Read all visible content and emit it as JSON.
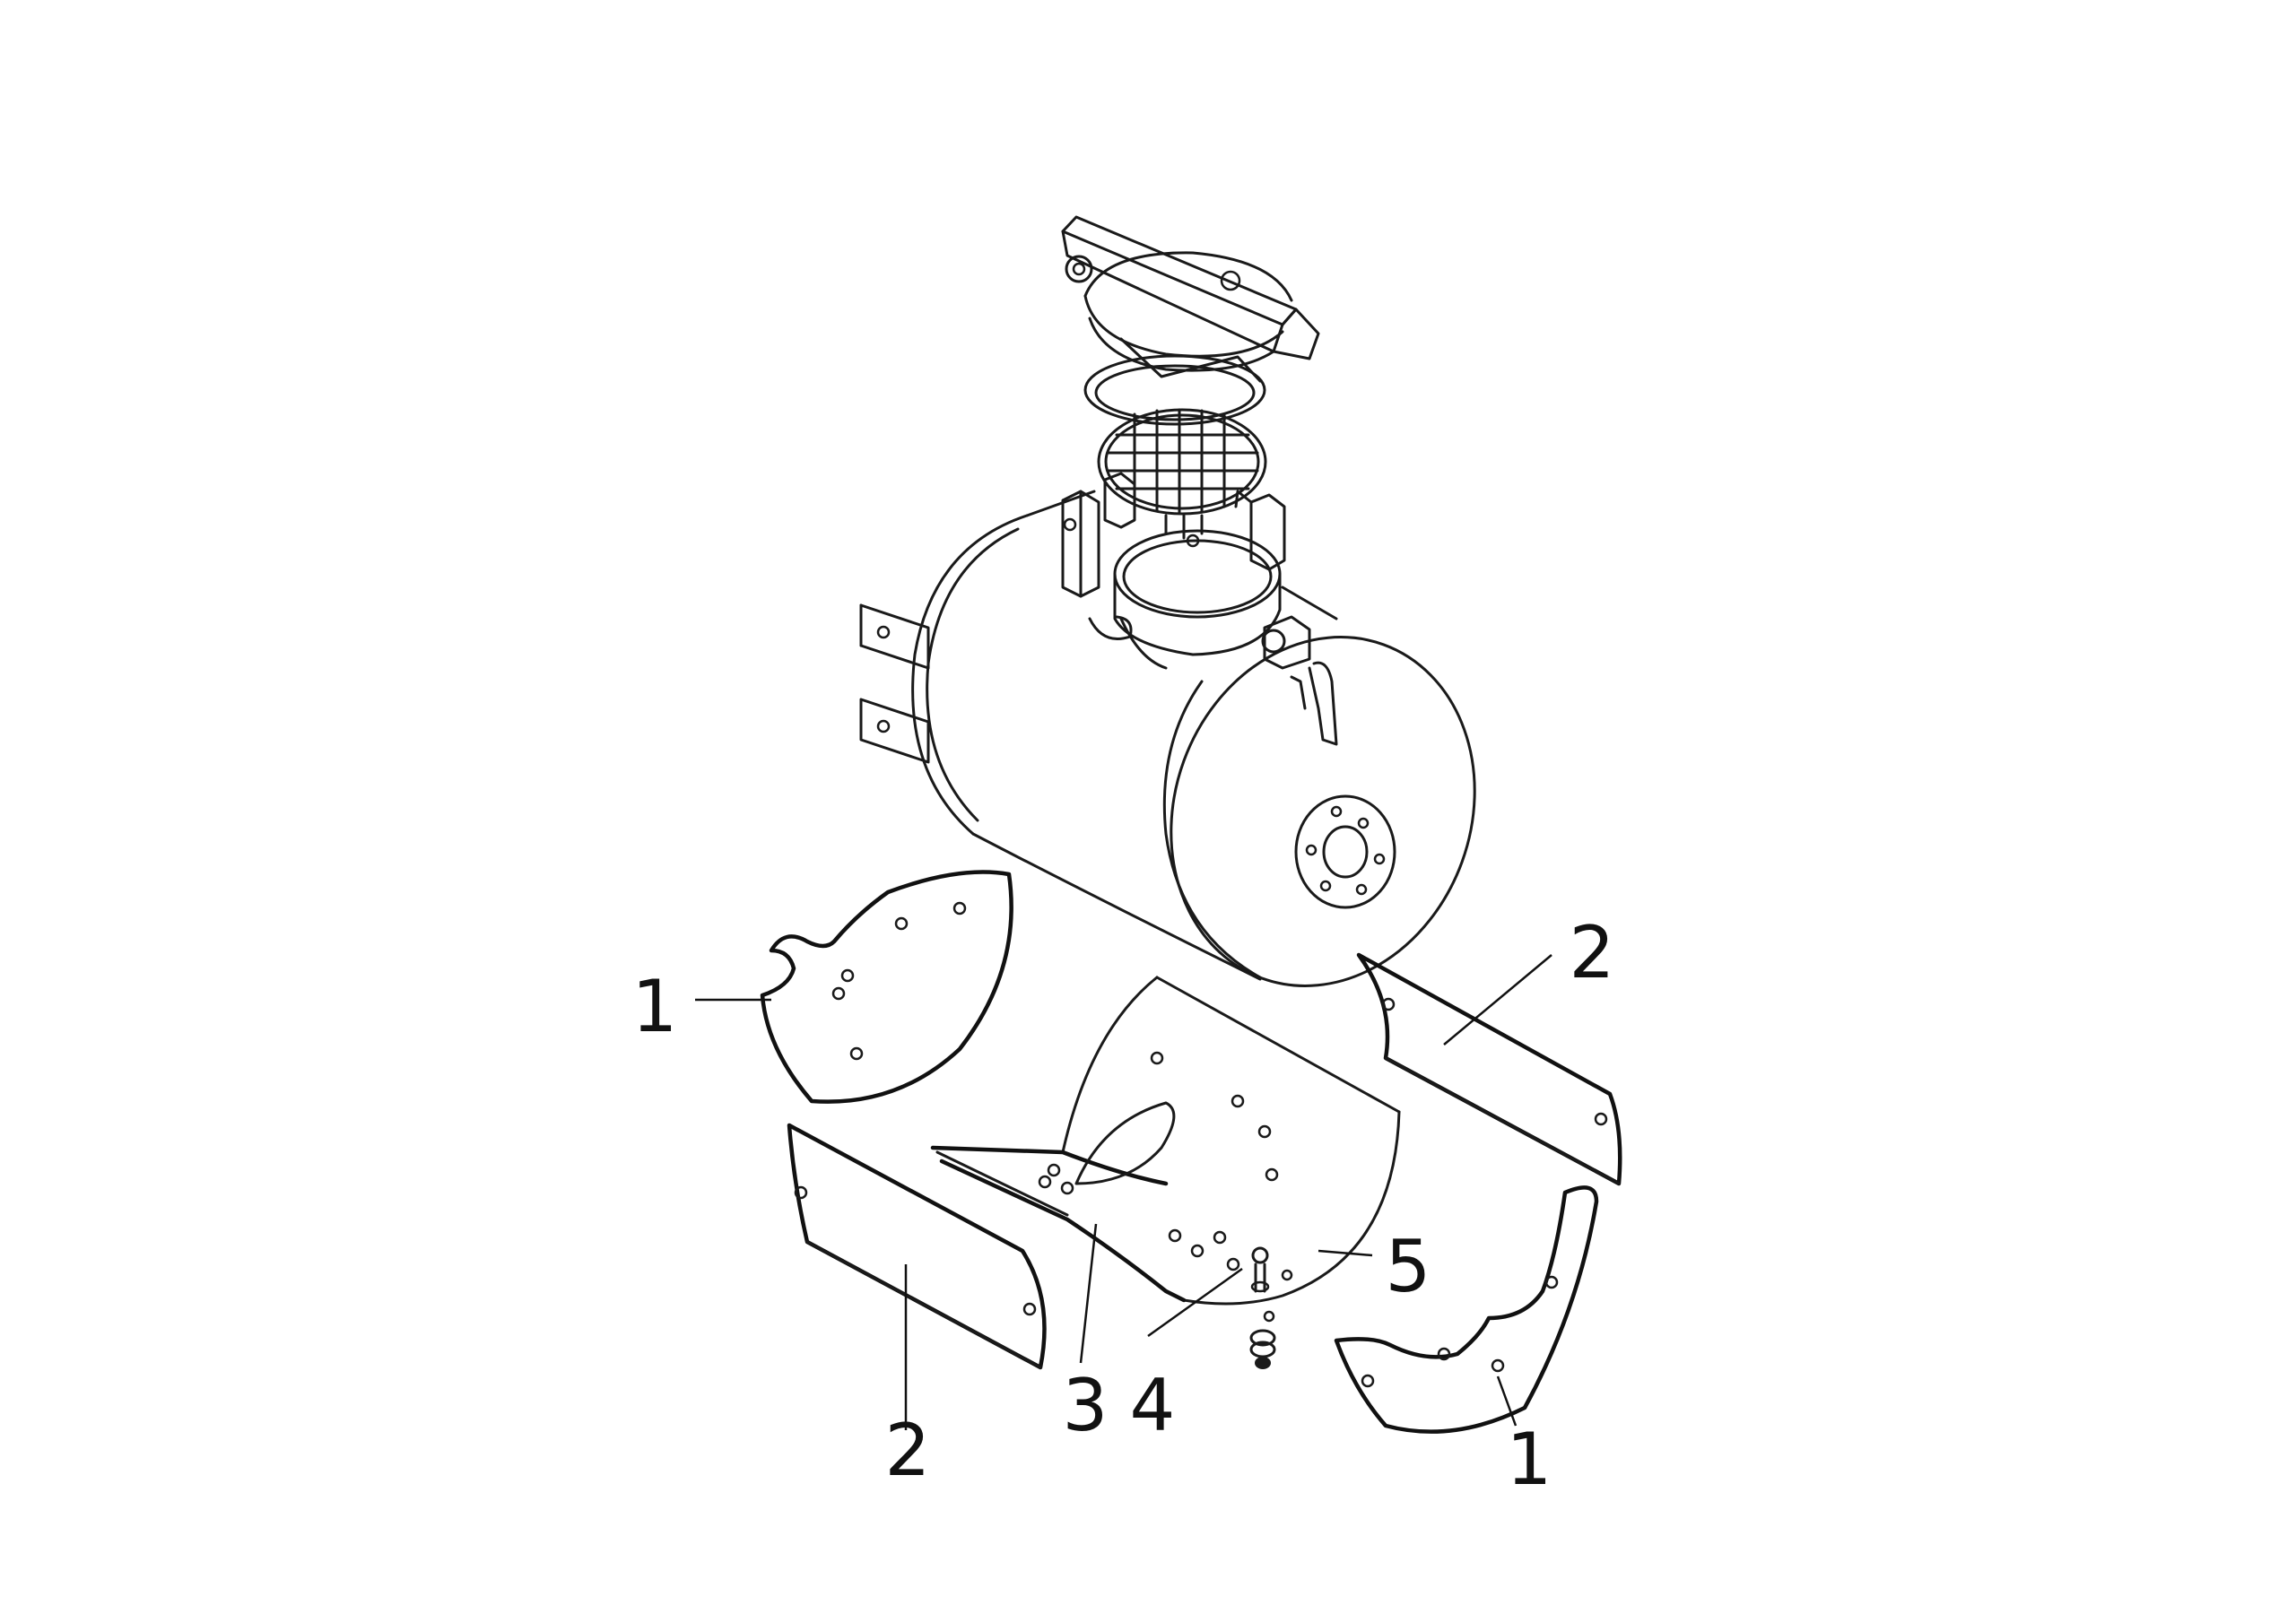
{
  "callouts": {
    "c1_left": "1",
    "c1_right": "1",
    "c2_left": "2",
    "c2_right": "2",
    "c3": "3",
    "c4": "4",
    "c5": "5"
  },
  "colors": {
    "line": "#1a1a1a",
    "background": "#ffffff"
  }
}
